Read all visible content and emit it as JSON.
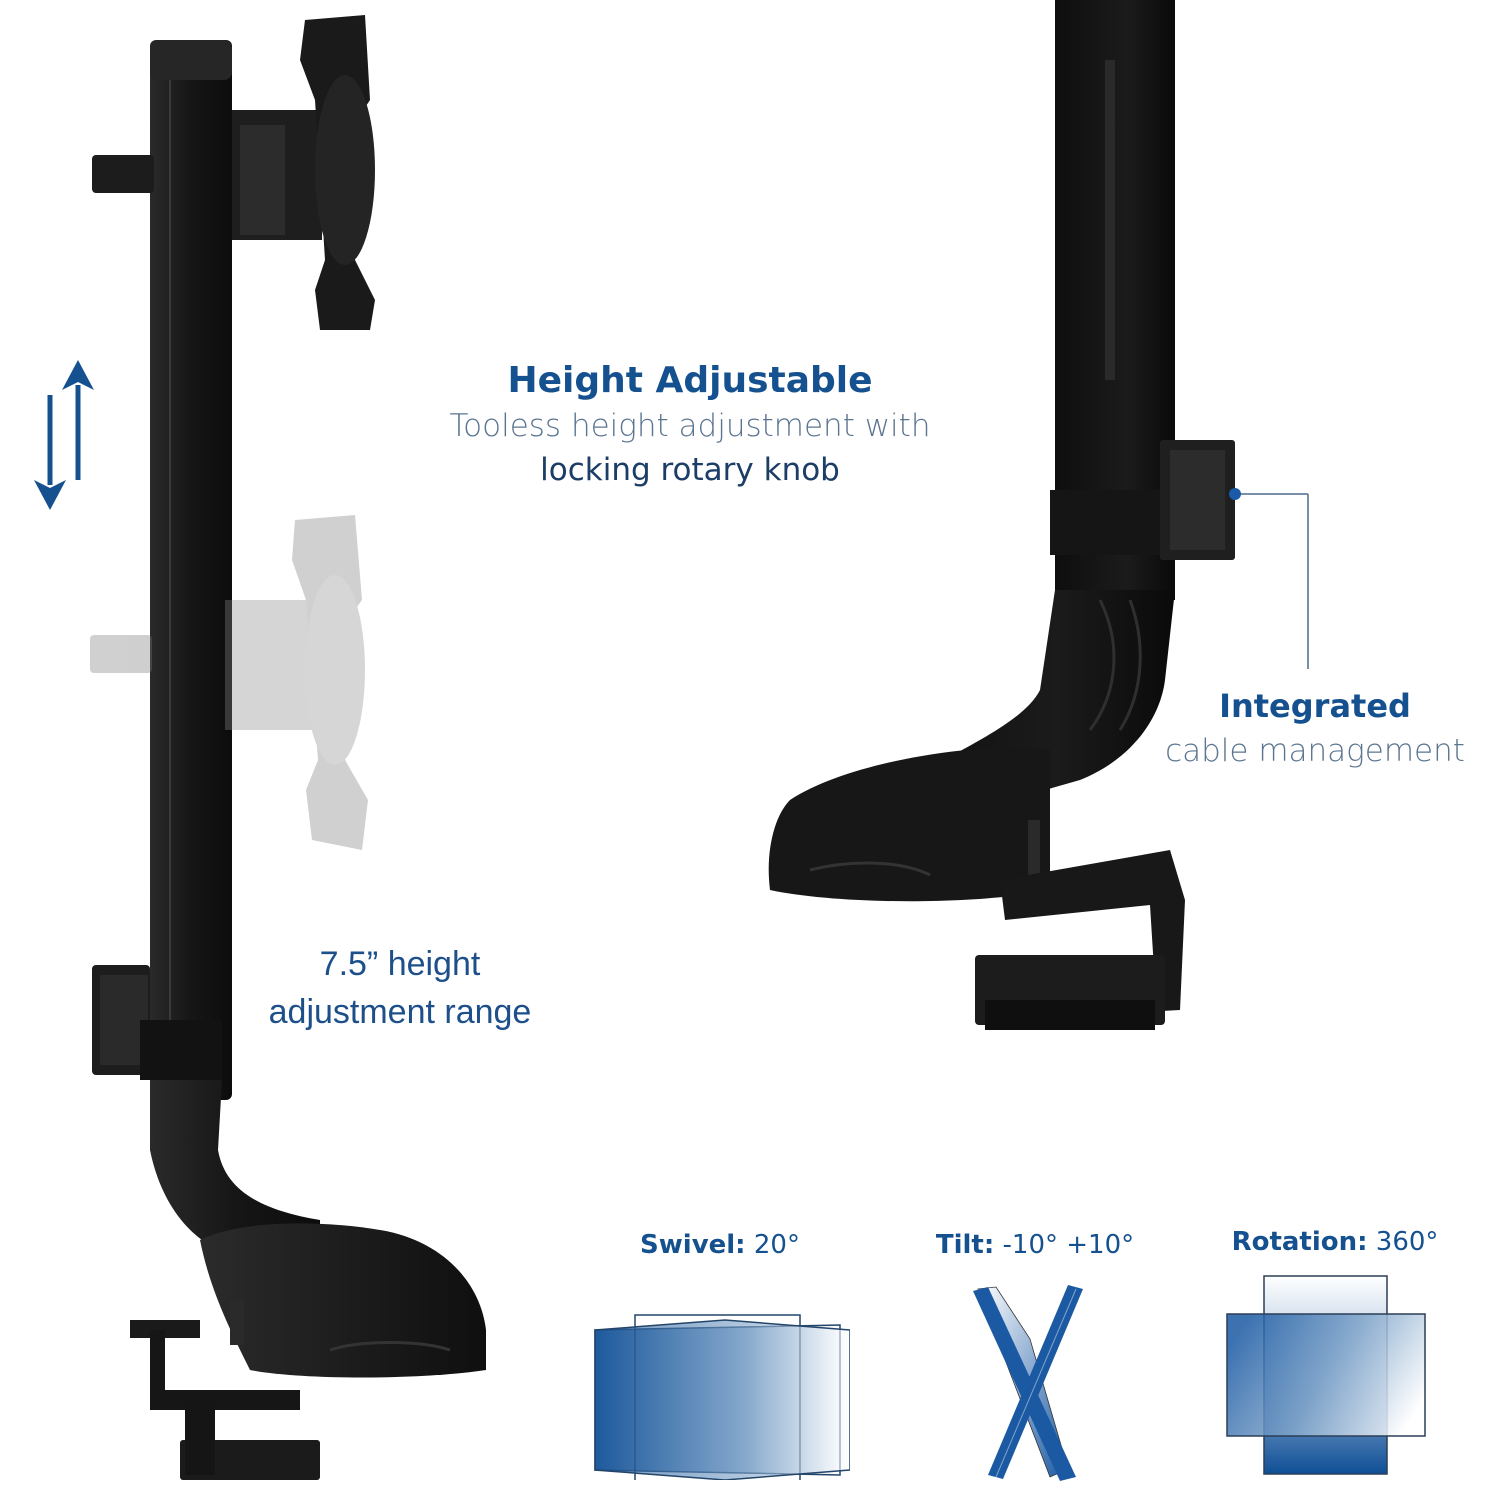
{
  "colors": {
    "brand_blue": "#15508f",
    "text_blue": "#1d4f8a",
    "text_gray_blue": "#3c5a7a",
    "product_black": "#1a1a1a",
    "ghost_gray": "#c9c9c9"
  },
  "height_feature": {
    "title": "Height Adjustable",
    "line1": "Tooless height adjustment with",
    "line2": "locking rotary knob",
    "arrow_icon": "up-down-arrows-icon"
  },
  "range_feature": {
    "line1": "7.5” height",
    "line2": "adjustment range"
  },
  "cable_feature": {
    "title": "Integrated",
    "subtitle": "cable management",
    "callout_icon": "callout-dot-icon"
  },
  "motion_specs": [
    {
      "label": "Swivel:",
      "value": "20°",
      "icon": "swivel-icon"
    },
    {
      "label": "Tilt:",
      "value": "-10° +10°",
      "icon": "tilt-icon"
    },
    {
      "label": "Rotation:",
      "value": "360°",
      "icon": "rotation-icon"
    }
  ]
}
